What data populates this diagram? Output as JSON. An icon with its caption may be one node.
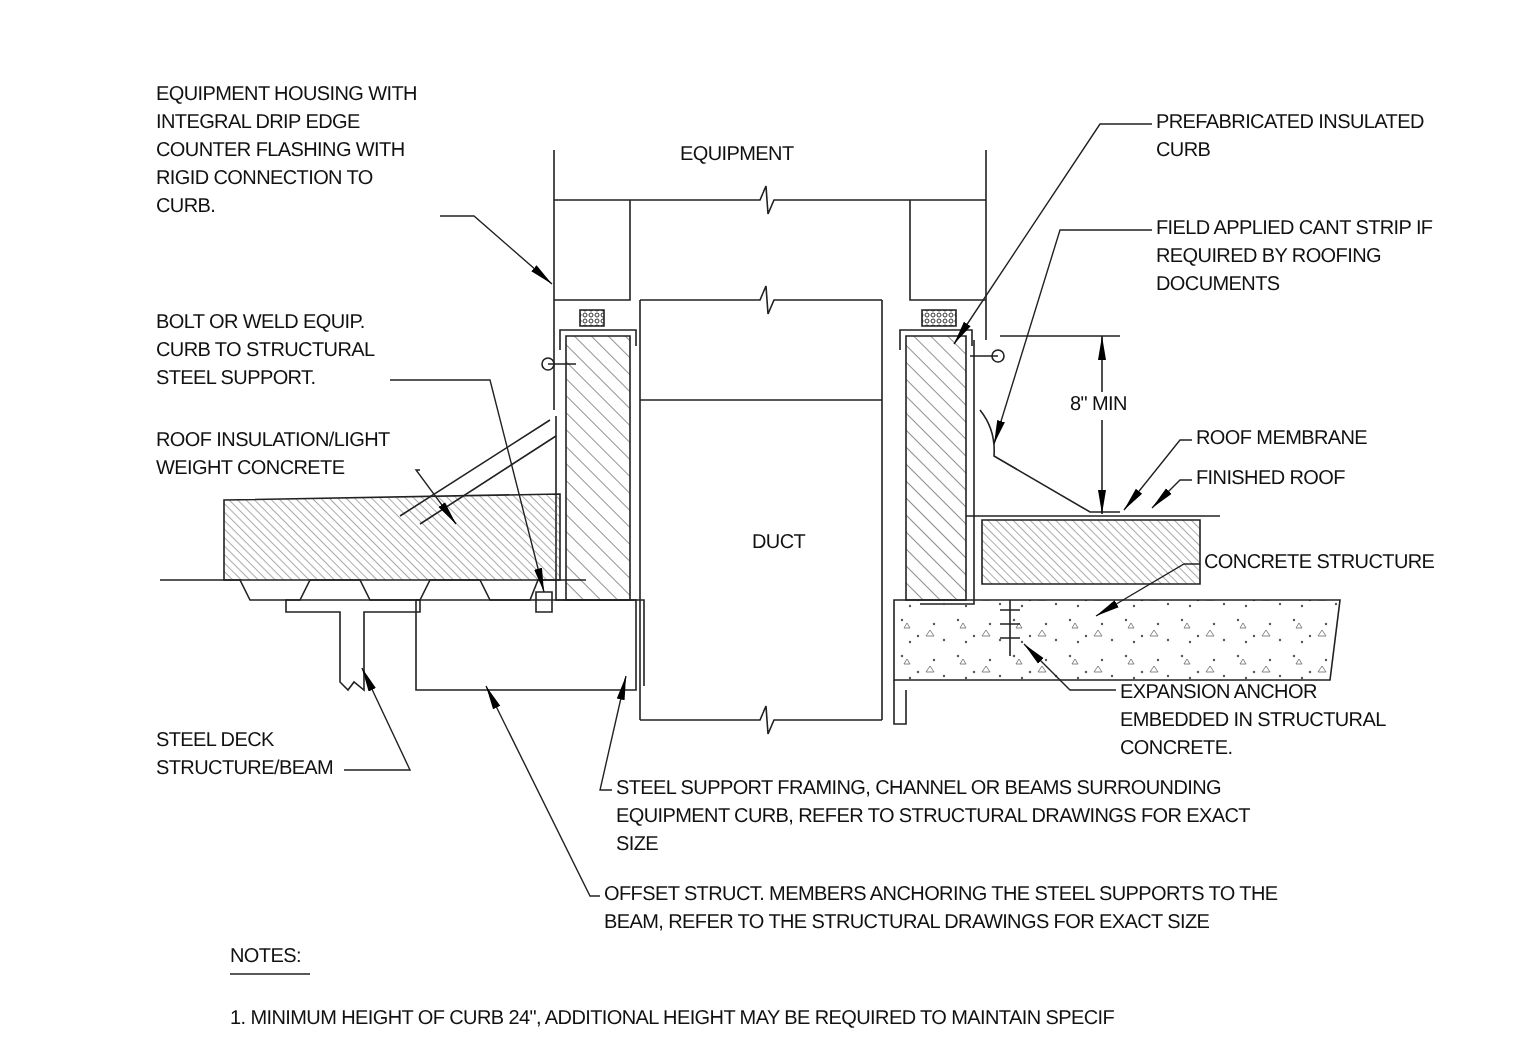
{
  "diagram": {
    "nodes": [
      {
        "text": [
          "EQUIPMENT HOUSING WITH INTEGRAL DRIP EDGE COUNTER FLASHING WITH RIGID CONNECTION TO CURB."
        ]
      },
      {
        "text": [
          "PREFABRICATED INSULATED CURB"
        ]
      },
      {
        "text": [
          "FIELD APPLIED CANT STRIP IF REQUIRED BY ROOFING DOCUMENTS"
        ]
      },
      {
        "text": [
          "BOLT OR WELD EQUIP. CURB TO STRUCTURAL STEEL SUPPORT."
        ]
      },
      {
        "text": [
          "ROOF INSULATION/LIGHT WEIGHT CONCRETE"
        ]
      },
      {
        "text": [
          "ROOF MEMBRANE"
        ]
      },
      {
        "text": [
          "FINISHED ROOF"
        ]
      },
      {
        "text": [
          "CONCRETE STRUCTURE"
        ]
      },
      {
        "text": [
          "STEEL DECK STRUCTURE/BEAM"
        ]
      },
      {
        "text": [
          "EXPANSION ANCHOR EMBEDDED IN STRUCTURAL CONCRETE."
        ]
      },
      {
        "text": [
          "STEEL SUPPORT FRAMING, CHANNEL OR BEAMS SURROUNDING EQUIPMENT CURB, REFER TO STRUCTURAL DRAWINGS FOR EXACT SIZE"
        ]
      },
      {
        "text": [
          "OFFSET STRUCT. MEMBERS ANCHORING THE STEEL SUPPORTS TO THE BEAM, REFER TO THE STRUCTURAL DRAWINGS FOR EXACT SIZE"
        ]
      }
    ],
    "edges": [
      {
        "from": 0,
        "to": null,
        "arrow": "to"
      },
      {
        "from": 1,
        "to": null,
        "arrow": "to"
      },
      {
        "from": 2,
        "to": null,
        "arrow": "to"
      },
      {
        "from": 3,
        "to": null,
        "arrow": "to"
      },
      {
        "from": 4,
        "to": null,
        "arrow": "to"
      },
      {
        "from": 5,
        "to": null,
        "arrow": "to"
      },
      {
        "from": 6,
        "to": null,
        "arrow": "to"
      },
      {
        "from": 7,
        "to": null,
        "arrow": "to"
      },
      {
        "from": 8,
        "to": null,
        "arrow": "to"
      },
      {
        "from": 9,
        "to": null,
        "arrow": "to"
      },
      {
        "from": 10,
        "to": null,
        "arrow": "to"
      },
      {
        "from": 11,
        "to": null,
        "arrow": "to"
      }
    ],
    "labels": [
      "EQUIPMENT",
      "DUCT",
      "8\" MIN",
      "NOTES:",
      "1. MINIMUM HEIGHT OF CURB 24\", ADDITIONAL HEIGHT MAY BE REQUIRED TO MAINTAIN SPECIF"
    ]
  }
}
